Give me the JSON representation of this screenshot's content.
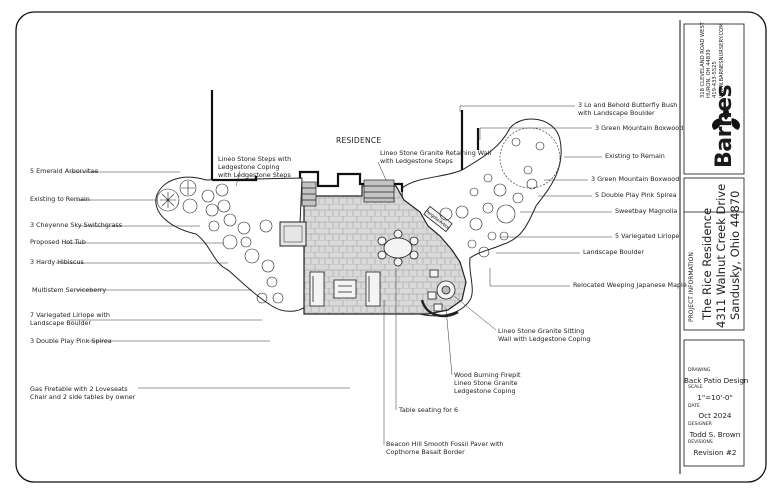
{
  "drawing": {
    "residence_label": "RESIDENCE",
    "plant_labels_left": [
      "5 Emerald Arborvitae",
      "Existing to Remain",
      "3 Cheyenne Sky Switchgrass",
      "Proposed Hot Tub",
      "3 Hardy Hibiscus",
      "Multistem Serviceberry",
      [
        "7 Variegated Liriope with",
        "Landscape Boulder"
      ],
      "3 Double Play Pink Spirea",
      [
        "Gas Firetable with 2 Loveseats",
        "Chair and 2 side tables by owner"
      ]
    ],
    "plant_labels_right": [
      [
        "3 Lo and Behold Butterfly Bush",
        "with Landscape Boulder"
      ],
      "3 Green Mountain Boxwood",
      "Existing to Remain",
      "3 Green Mountain Boxwood",
      "5 Double Play Pink Spirea",
      "Sweetbay Magnolia",
      "5 Variegated Liriope",
      "Landscape Boulder",
      "Relocated Weeping Japanese Maple"
    ],
    "hardscape_labels": {
      "steps": [
        "Lineo Stone Steps with",
        "Ledgestone Coping",
        "with Ledgestone Steps"
      ],
      "retaining_wall": [
        "Lineo Stone Granite Retaining Wall",
        "with Ledgestone Steps"
      ],
      "sitting_wall": [
        "Lineo Stone Granite Sitting",
        "Wall with Ledgestone Coping"
      ],
      "firepit": [
        "Wood Burning Firepit",
        "Lineo Stone Granite",
        "Ledgestone Coping"
      ],
      "table": "Table seating for 6",
      "paver": [
        "Beacon Hill Smooth Fossil Paver with",
        "Copthorne Basalt Border"
      ],
      "pergola_sign": "Pergola/Arbor"
    }
  },
  "title_block": {
    "company": {
      "address": [
        "318 CLEVELAND ROAD WEST",
        "HURON, OH 44839",
        "419-433-5525",
        "WWW.BARNESNURSERY.COM"
      ],
      "logo_text": "Barnes"
    },
    "project": {
      "heading": "PROJECT INFORMATION",
      "name": "The Rice Residence",
      "street": "4311 Walnut Creek Drive",
      "city": "Sandusky, Ohio 44870"
    },
    "fields": [
      {
        "label": "DRAWING",
        "value": "Back Patio Design"
      },
      {
        "label": "SCALE",
        "value": "1\"=10'-0\""
      },
      {
        "label": "DATE",
        "value": "Oct 2024"
      },
      {
        "label": "DESIGNER",
        "value": "Todd S. Brown"
      },
      {
        "label": "REVISIONS",
        "value": "Revision #2"
      }
    ]
  }
}
